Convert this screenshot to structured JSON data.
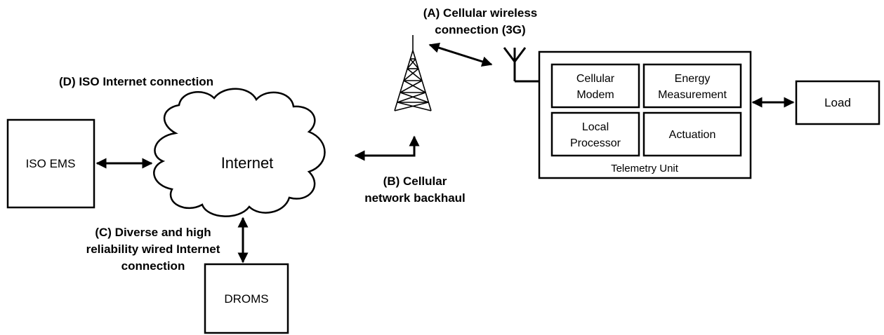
{
  "labels": {
    "a_line1": "(A) Cellular wireless",
    "a_line2": "connection (3G)",
    "b_line1": "(B) Cellular",
    "b_line2": "network backhaul",
    "c_line1": "(C) Diverse and high",
    "c_line2": "reliability wired Internet",
    "c_line3": "connection",
    "d_line1": "(D) ISO Internet connection"
  },
  "nodes": {
    "iso_ems": "ISO EMS",
    "internet": "Internet",
    "droms": "DROMS",
    "load": "Load",
    "telemetry_unit": "Telemetry Unit",
    "cellular_modem_1": "Cellular",
    "cellular_modem_2": "Modem",
    "energy_measurement_1": "Energy",
    "energy_measurement_2": "Measurement",
    "local_processor_1": "Local",
    "local_processor_2": "Processor",
    "actuation": "Actuation"
  },
  "icons": {
    "tower": "cell-tower-icon",
    "antenna": "antenna-icon",
    "cloud": "cloud-icon"
  }
}
